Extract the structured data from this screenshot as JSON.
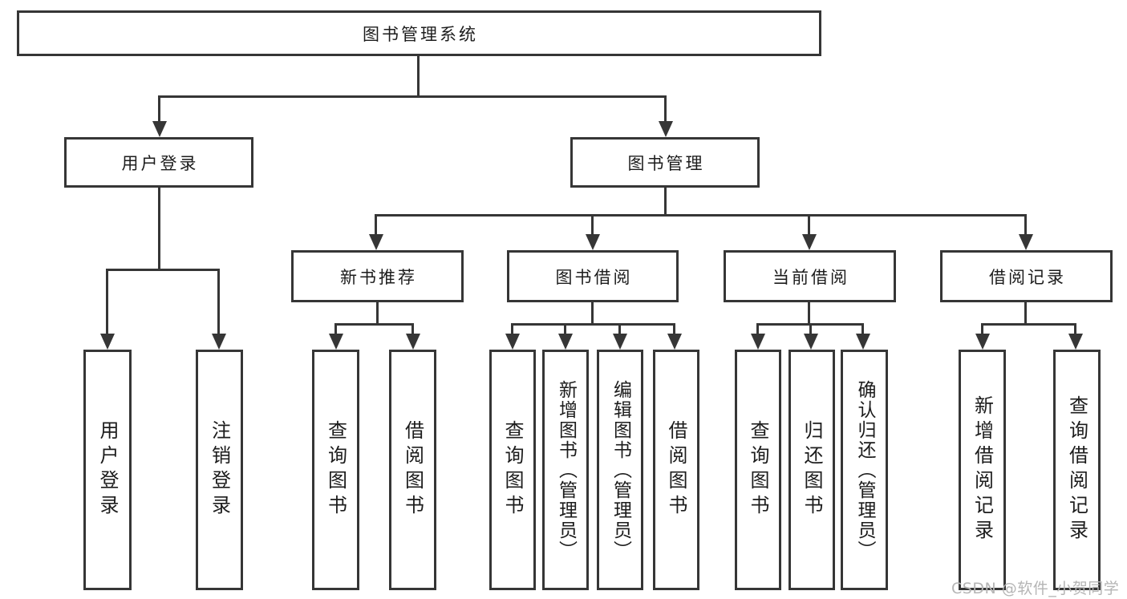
{
  "colors": {
    "line": "#363636",
    "text": "#1c1c1c",
    "watermark": "#b5b5b5",
    "background": "#ffffff"
  },
  "watermark": "CSDN @软件_小贺同学",
  "tree": {
    "root": "图书管理系统",
    "branches": [
      {
        "label": "用户登录",
        "children": [
          "用户登录",
          "注销登录"
        ]
      },
      {
        "label": "图书管理",
        "children": [
          {
            "label": "新书推荐",
            "children": [
              "查询图书",
              "借阅图书"
            ]
          },
          {
            "label": "图书借阅",
            "children": [
              "查询图书",
              "新增图书（管理员）",
              "编辑图书（管理员）",
              "借阅图书"
            ]
          },
          {
            "label": "当前借阅",
            "children": [
              "查询图书",
              "归还图书",
              "确认归还（管理员）"
            ]
          },
          {
            "label": "借阅记录",
            "children": [
              "新增借阅记录",
              "查询借阅记录"
            ]
          }
        ]
      }
    ]
  }
}
